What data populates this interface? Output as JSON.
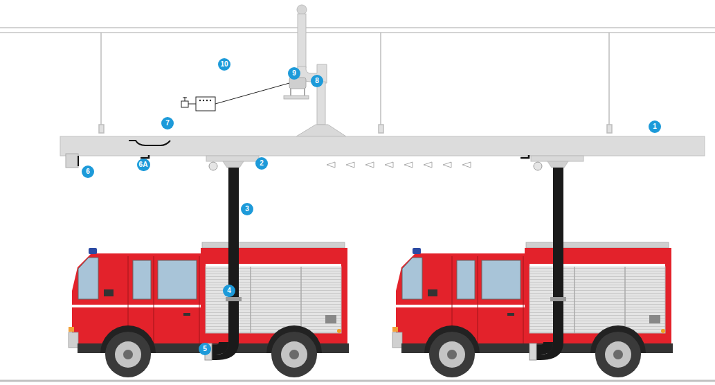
{
  "diagram": {
    "labels": [
      "1",
      "2",
      "3",
      "4",
      "5",
      "6",
      "6A",
      "7",
      "8",
      "9",
      "10"
    ]
  }
}
